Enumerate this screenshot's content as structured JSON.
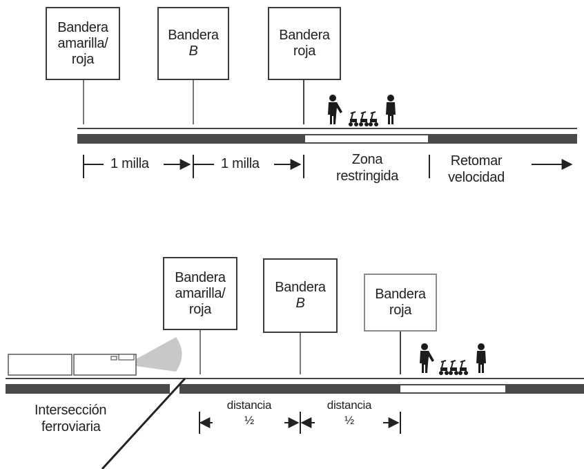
{
  "top": {
    "sign_yellow_red": {
      "line1": "Bandera",
      "line2": "amarilla/",
      "line3": "roja"
    },
    "sign_b": {
      "line1": "Bandera",
      "line2": "B"
    },
    "sign_red": {
      "line1": "Bandera",
      "line2": "roja"
    },
    "dist1": "1 milla",
    "dist2": "1 milla",
    "zone": {
      "line1": "Zona",
      "line2": "restringida"
    },
    "resume": {
      "line1": "Retomar",
      "line2": "velocidad"
    }
  },
  "bottom": {
    "sign_yellow_red": {
      "line1": "Bandera",
      "line2": "amarilla/",
      "line3": "roja"
    },
    "sign_b": {
      "line1": "Bandera",
      "line2": "B"
    },
    "sign_red": {
      "line1": "Bandera",
      "line2": "roja"
    },
    "crossing": {
      "line1": "Intersección",
      "line2": "ferroviaria"
    },
    "dist1": {
      "line1": "distancia",
      "line2": "½"
    },
    "dist2": {
      "line1": "distancia",
      "line2": "½"
    }
  },
  "colors": {
    "rail": "#4a4a4a",
    "zone": "#ffffff",
    "figure": "#1c1c1c",
    "headlight": "#c8c8c8"
  }
}
